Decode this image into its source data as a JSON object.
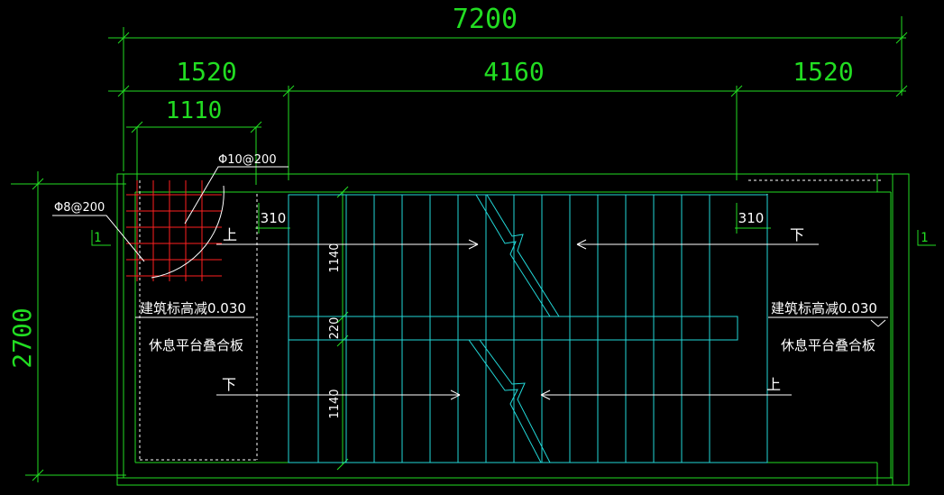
{
  "dimensions": {
    "overall": "7200",
    "left_bay": "1520",
    "middle_bay": "4160",
    "right_bay": "1520",
    "left_detail": "1110",
    "height": "2700",
    "tread_left": "310",
    "tread_right": "310",
    "flight_top": "1140",
    "well": "220",
    "flight_bottom": "1140"
  },
  "rebar": {
    "top": "Φ10@200",
    "left": "Φ8@200"
  },
  "section_marks": {
    "left": "1",
    "right": "1"
  },
  "labels": {
    "left_elevation": "建筑标高减0.030",
    "left_slab": "休息平台叠合板",
    "right_elevation": "建筑标高减0.030",
    "right_slab": "休息平台叠合板",
    "up_left": "上",
    "down_left": "下",
    "down_right": "下",
    "up_right": "上"
  },
  "colors": {
    "dimension": "#22dd22",
    "outline": "#22dd22",
    "stairs": "#22d8d8",
    "rebar": "#ff2020",
    "text": "#ffffff"
  }
}
